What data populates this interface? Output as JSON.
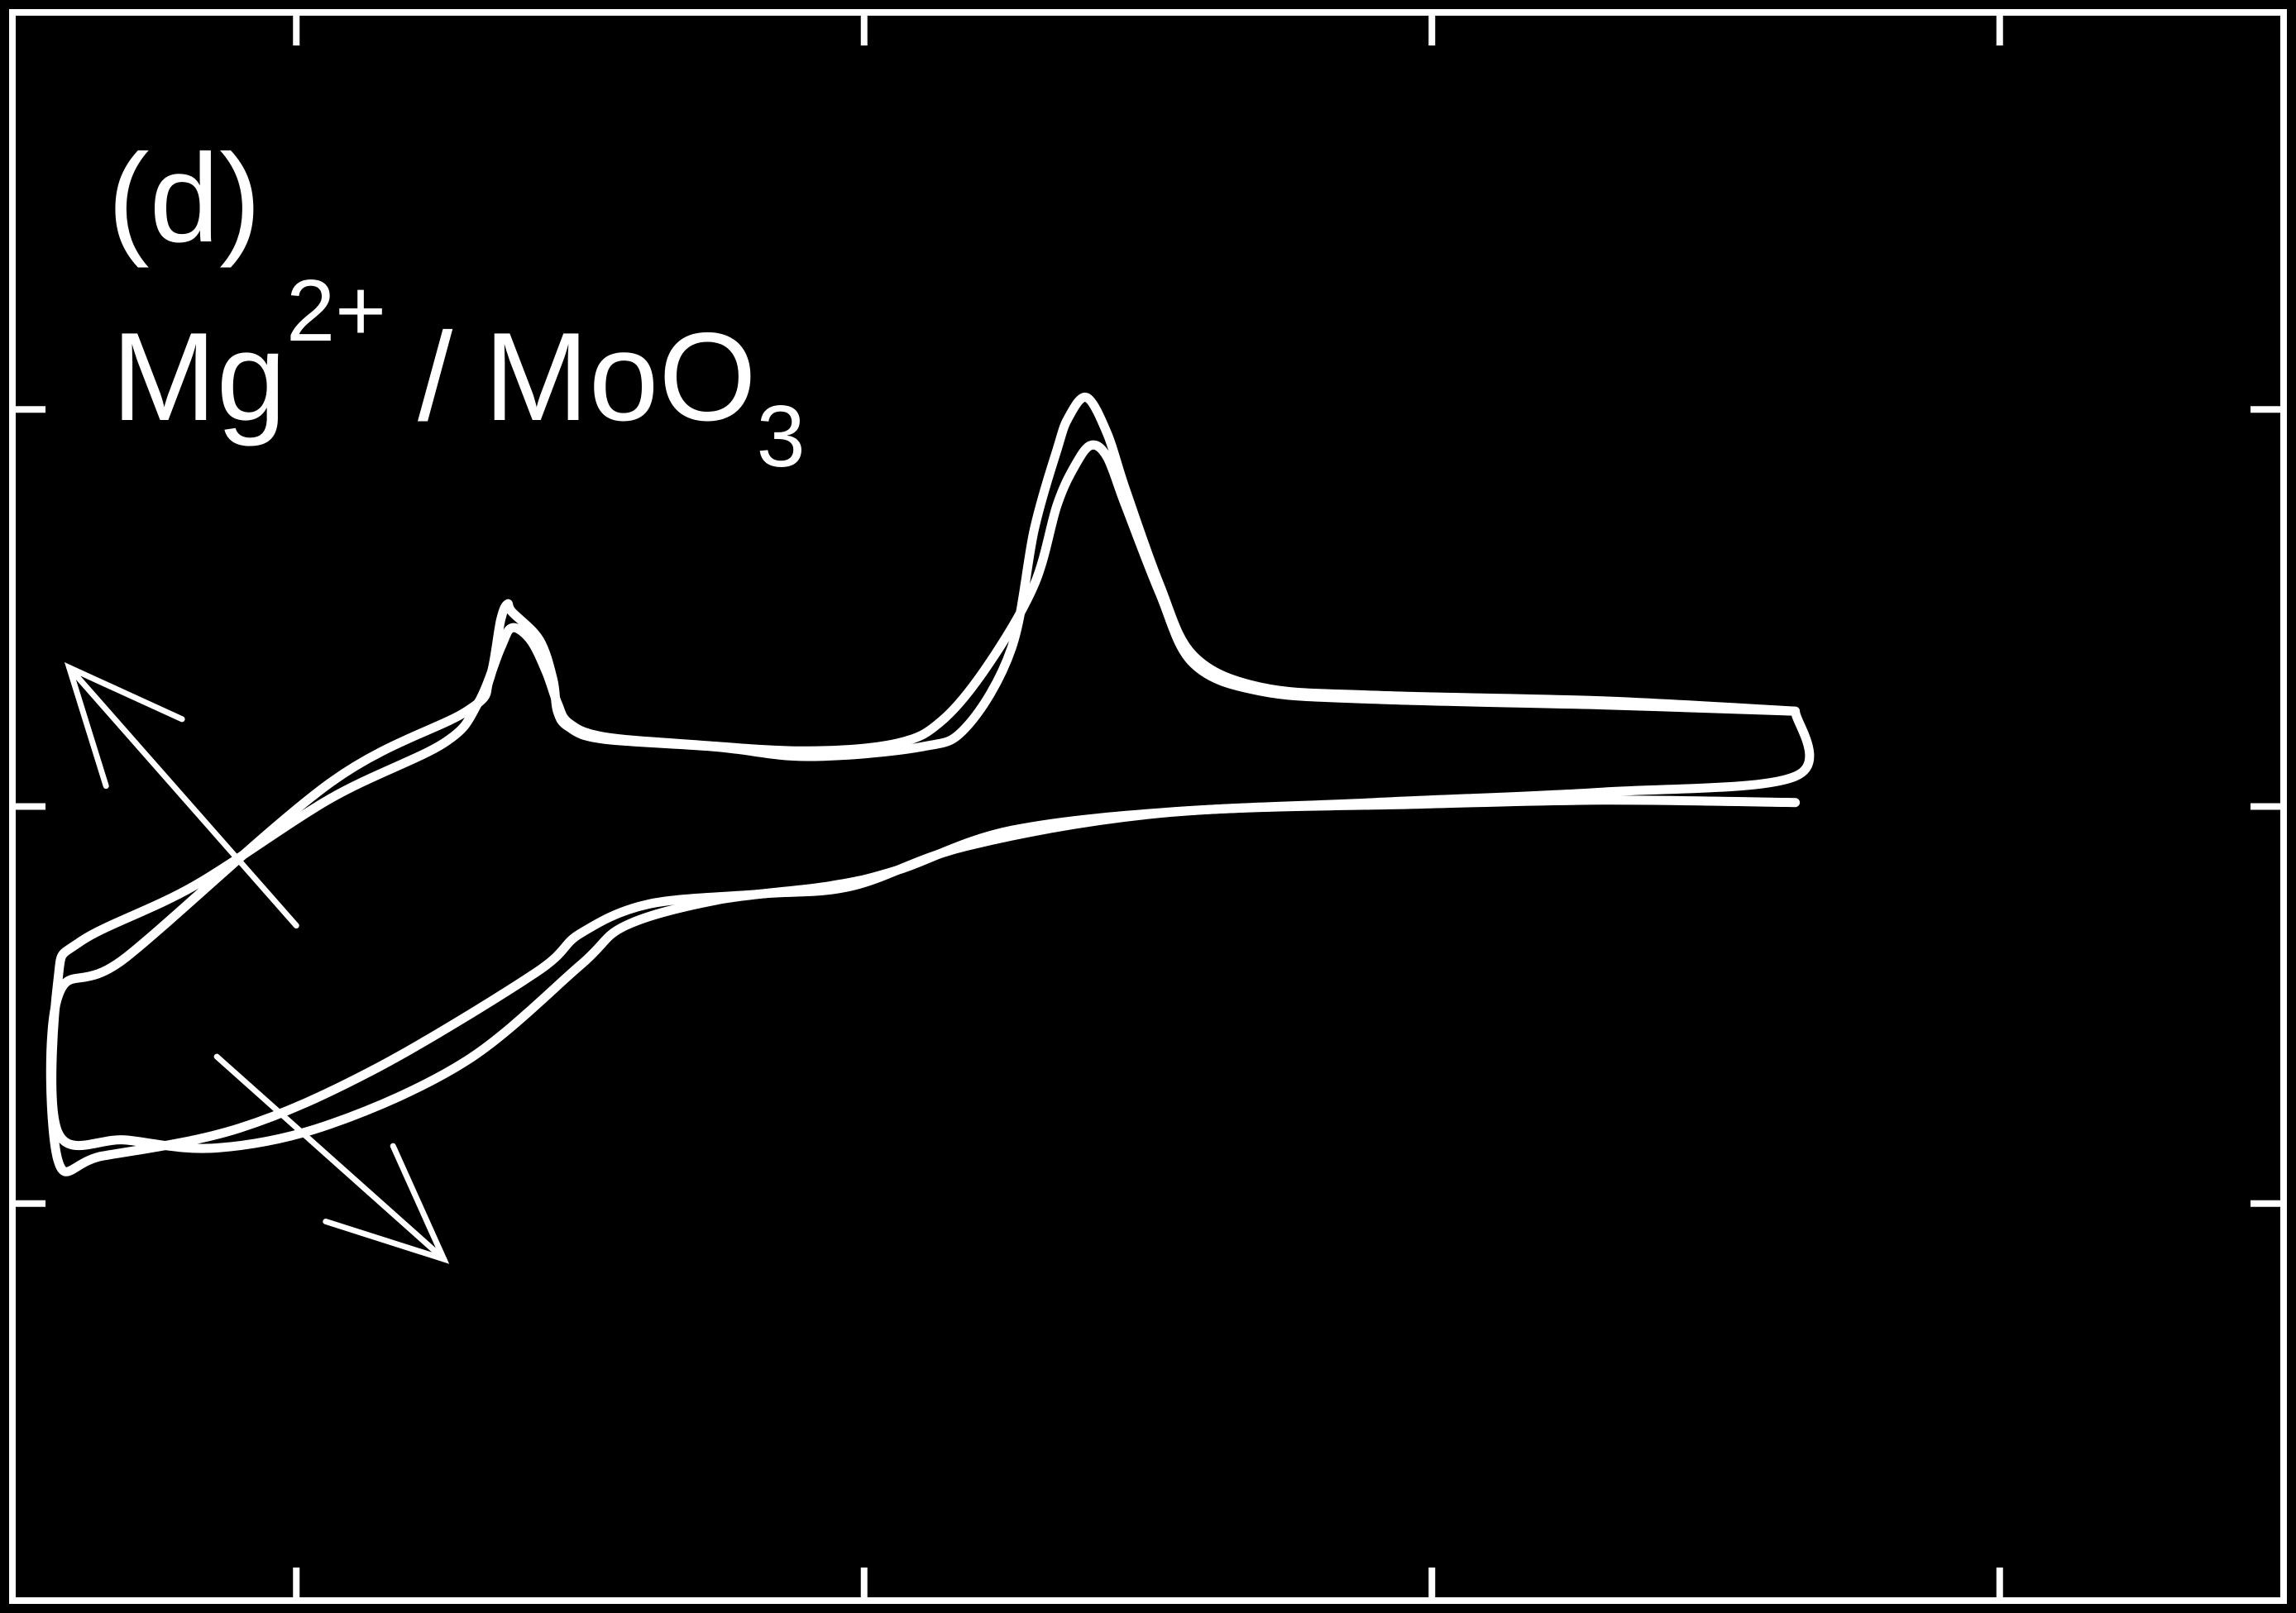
{
  "panel": {
    "letter": "(d)",
    "ion": "Mg",
    "ion_charge": "2+",
    "separator": "/",
    "electrode": "MoO",
    "electrode_subscript": "3"
  },
  "colors": {
    "background": "#000000",
    "foreground": "#ffffff"
  },
  "chart_data": {
    "type": "line",
    "title": "",
    "xlabel": "",
    "ylabel": "",
    "xlim": [
      0,
      100
    ],
    "ylim": [
      -100,
      100
    ],
    "tick_labels_shown": false,
    "x_ticks": [
      12.5,
      37.5,
      62.5,
      87.5
    ],
    "y_ticks": [
      -50,
      0,
      50
    ],
    "grid": false,
    "legend": "none",
    "series": [
      {
        "cycle": 1,
        "points": [
          [
            78.5,
            12.0
          ],
          [
            70,
            13.3
          ],
          [
            60,
            14.0
          ],
          [
            55,
            15.0
          ],
          [
            52,
            19.0
          ],
          [
            50.5,
            28.0
          ],
          [
            49,
            40.0
          ],
          [
            48.2,
            47.0
          ],
          [
            47.3,
            51.5
          ],
          [
            46.5,
            49.0
          ],
          [
            46,
            45.0
          ],
          [
            45,
            35.0
          ],
          [
            44,
            20.0
          ],
          [
            42,
            10.0
          ],
          [
            40,
            7.5
          ],
          [
            35,
            6.3
          ],
          [
            31,
            7.5
          ],
          [
            26,
            8.5
          ],
          [
            24.5,
            10.0
          ],
          [
            24,
            12.0
          ],
          [
            23.8,
            16.0
          ],
          [
            23.2,
            21.0
          ],
          [
            22,
            24.5
          ],
          [
            21.8,
            25.5
          ],
          [
            21.5,
            23.5
          ],
          [
            21,
            16.0
          ],
          [
            20,
            12.0
          ],
          [
            14,
            3.0
          ],
          [
            5,
            -19.0
          ],
          [
            2,
            -24.0
          ],
          [
            2,
            -44.5
          ],
          [
            4,
            -44.0
          ],
          [
            10,
            -40.5
          ],
          [
            16,
            -33.0
          ],
          [
            23,
            -21.0
          ],
          [
            25,
            -16.0
          ],
          [
            28,
            -12.3
          ],
          [
            33,
            -11.0
          ],
          [
            37,
            -10.0
          ],
          [
            42,
            -5.0
          ],
          [
            50,
            -1.0
          ],
          [
            60,
            0.5
          ],
          [
            70,
            1.8
          ],
          [
            78.5,
            3.8
          ],
          [
            78.5,
            12.0
          ]
        ]
      },
      {
        "cycle": 2,
        "points": [
          [
            78.5,
            12.0
          ],
          [
            70,
            12.8
          ],
          [
            60,
            13.5
          ],
          [
            55,
            14.5
          ],
          [
            52,
            18.0
          ],
          [
            50.5,
            27.0
          ],
          [
            49,
            38.0
          ],
          [
            48.2,
            44.0
          ],
          [
            47.5,
            45.5
          ],
          [
            46.8,
            43.0
          ],
          [
            46,
            38.0
          ],
          [
            45,
            28.0
          ],
          [
            43,
            18.0
          ],
          [
            41,
            11.0
          ],
          [
            39,
            8.0
          ],
          [
            35,
            7.0
          ],
          [
            30,
            7.8
          ],
          [
            26,
            8.8
          ],
          [
            24.5,
            10.5
          ],
          [
            24,
            13.0
          ],
          [
            23.5,
            17.0
          ],
          [
            22.8,
            21.0
          ],
          [
            22,
            22.5
          ],
          [
            21.5,
            20.0
          ],
          [
            20.5,
            13.0
          ],
          [
            19,
            8.0
          ],
          [
            14,
            1.0
          ],
          [
            8,
            -10.0
          ],
          [
            3,
            -17.0
          ],
          [
            2,
            -22.0
          ],
          [
            2,
            -41.0
          ],
          [
            5,
            -42.0
          ],
          [
            9,
            -43.0
          ],
          [
            14,
            -40.0
          ],
          [
            20,
            -32.0
          ],
          [
            25,
            -20.0
          ],
          [
            27,
            -15.0
          ],
          [
            31,
            -11.8
          ],
          [
            36,
            -10.0
          ],
          [
            39,
            -8.0
          ],
          [
            44,
            -3.0
          ],
          [
            52,
            -0.5
          ],
          [
            62,
            0.3
          ],
          [
            70,
            0.8
          ],
          [
            78.5,
            0.5
          ]
        ]
      }
    ],
    "annotations": [
      {
        "kind": "arrow",
        "from": [
          12.5,
          -15.0
        ],
        "to": [
          2.5,
          17.5
        ]
      },
      {
        "kind": "arrow",
        "from": [
          9.0,
          -31.5
        ],
        "to": [
          19.0,
          -57.0
        ]
      }
    ]
  }
}
